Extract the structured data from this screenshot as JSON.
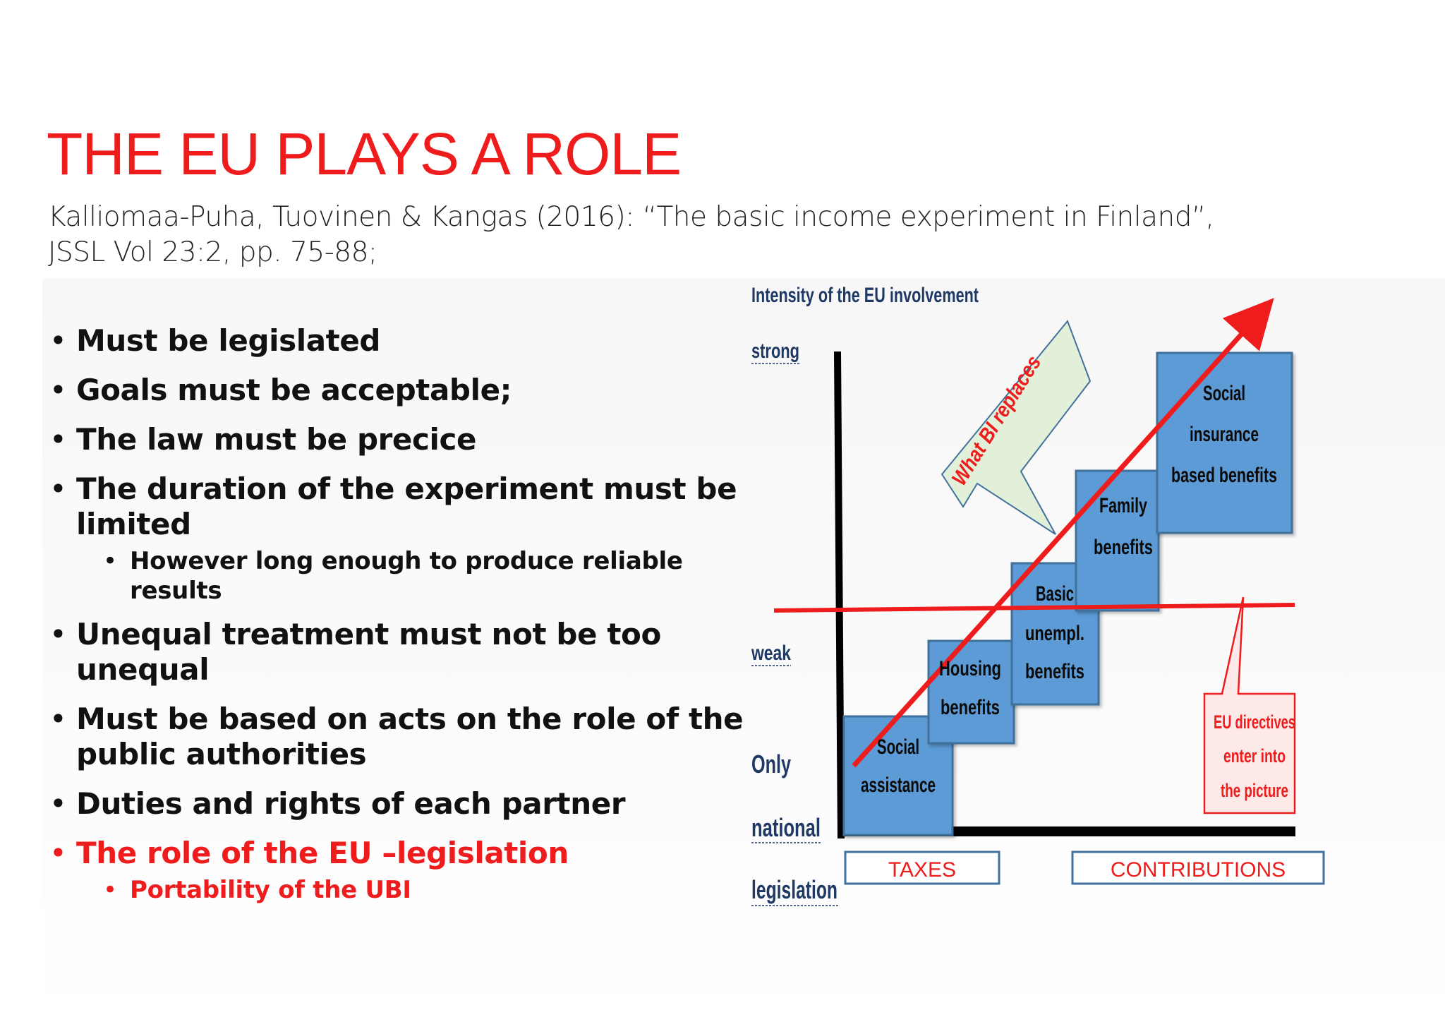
{
  "slide": {
    "title": "THE EU PLAYS A ROLE",
    "citation_line1": "Kalliomaa-Puha, Tuovinen & Kangas (2016): “The basic income experiment in Finland”,",
    "citation_line2": "JSSL Vol 23:2, pp. 75-88;"
  },
  "bullets": {
    "b1": "Must be legislated",
    "b2": "Goals must be acceptable;",
    "b3": "The law must be precice",
    "b4a": "The duration of the experiment must be",
    "b4b": "limited",
    "b4_sub": "However long enough to produce reliable results",
    "b5": "Unequal treatment must not be too unequal",
    "b6a": "Must be based on acts on the role of the",
    "b6b": "public authorities",
    "b7": "Duties and rights of each partner",
    "b8": "The role of the EU –legislation",
    "b8_sub": "Portability of the UBI"
  },
  "figure": {
    "axis_title": "Intensity of the EU involvement",
    "level_strong": "strong",
    "level_weak": "weak",
    "level_only": "Only",
    "level_national": "national",
    "level_legislation": "legislation",
    "box_social_assistance_1": "Social",
    "box_social_assistance_2": "assistance",
    "box_housing_1": "Housing",
    "box_housing_2": "benefits",
    "box_basic_1": "Basic",
    "box_basic_2": "unempl.",
    "box_basic_3": "benefits",
    "box_family_1": "Family",
    "box_family_2": "benefits",
    "box_social_insurance_1": "Social",
    "box_social_insurance_2": "insurance",
    "box_social_insurance_3": "based benefits",
    "callout_bi": "What BI replaces",
    "callout_eu_1": "EU directives",
    "callout_eu_2": "enter into",
    "callout_eu_3": "the picture",
    "label_taxes": "TAXES",
    "label_contributions": "CONTRIBUTIONS"
  },
  "colors": {
    "title_red": "#ee1c1c",
    "box_blue": "#5b9bd5",
    "box_border": "#41719c",
    "axis_label_blue": "#1f3864",
    "callout_green": "#e2f0d9",
    "callout_pink": "#fde9e7"
  }
}
